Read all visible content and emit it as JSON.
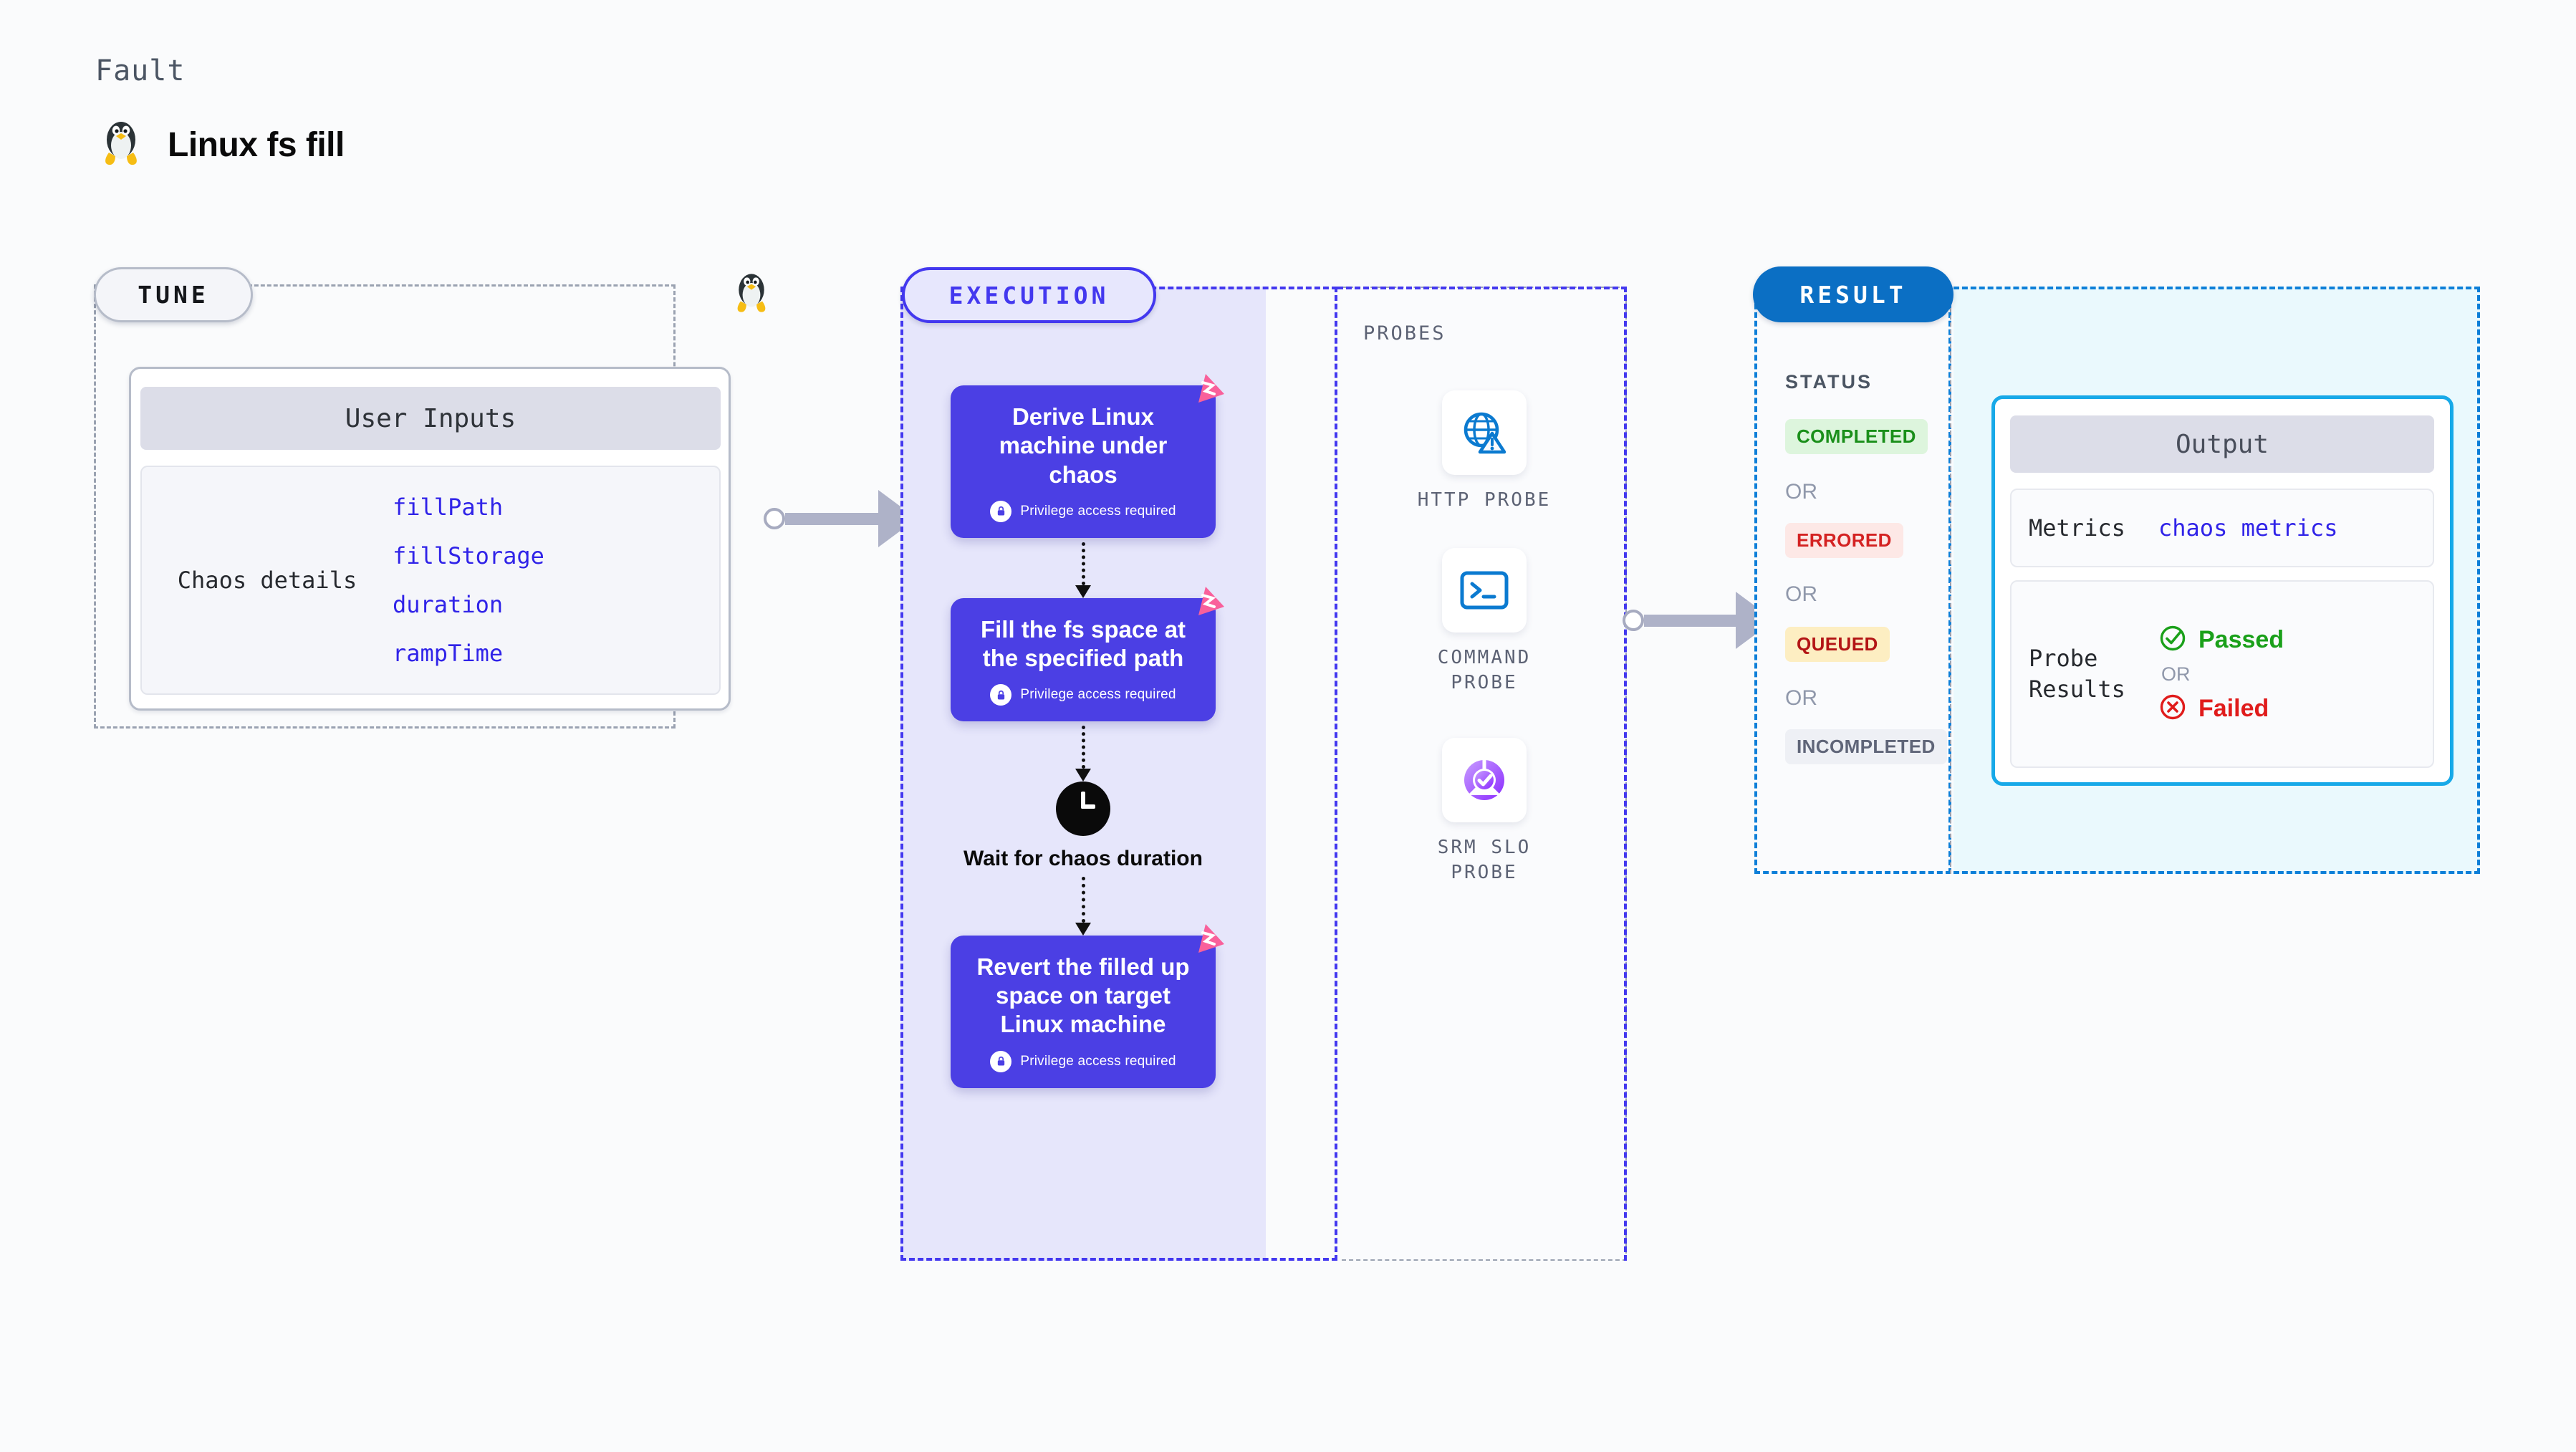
{
  "header": {
    "kicker": "Fault",
    "title": "Linux fs fill",
    "icon": "linux-tux-icon"
  },
  "tune": {
    "pill_label": "TUNE",
    "card_title": "User Inputs",
    "details_label": "Chaos details",
    "params": [
      "fillPath",
      "fillStorage",
      "duration",
      "rampTime"
    ],
    "edge_icon": "linux-tux-icon"
  },
  "execution": {
    "pill_label": "EXECUTION",
    "privilege_note": "Privilege access required",
    "nodes": [
      {
        "title": "Derive Linux machine under chaos",
        "badge": "chaos-badge-icon",
        "lock": "lock-icon"
      },
      {
        "title": "Fill the fs space at the specified path",
        "badge": "chaos-badge-icon",
        "lock": "lock-icon"
      },
      {
        "title": "Revert the filled up space on target Linux machine",
        "badge": "chaos-badge-icon",
        "lock": "lock-icon"
      }
    ],
    "wait_step": {
      "icon": "clock-icon",
      "label": "Wait for chaos duration"
    }
  },
  "probes": {
    "title": "PROBES",
    "items": [
      {
        "label": "HTTP PROBE",
        "icon": "globe-warning-icon"
      },
      {
        "label": "COMMAND PROBE",
        "icon": "terminal-icon"
      },
      {
        "label": "SRM SLO PROBE",
        "icon": "slo-donut-check-icon"
      }
    ]
  },
  "result": {
    "pill_label": "RESULT",
    "status_heading": "STATUS",
    "or_label": "OR",
    "statuses": [
      {
        "label": "COMPLETED",
        "bg": "#ddf5dd",
        "color": "#1a8f1a"
      },
      {
        "label": "ERRORED",
        "bg": "#fde8e6",
        "color": "#d42222"
      },
      {
        "label": "QUEUED",
        "bg": "#fdeec2",
        "color": "#b31515"
      },
      {
        "label": "INCOMPLETED",
        "bg": "#eef0f5",
        "color": "#5f6578"
      }
    ],
    "output": {
      "title": "Output",
      "metrics_key": "Metrics",
      "metrics_value": "chaos metrics",
      "probe_results_key": "Probe Results",
      "passed_label": "Passed",
      "failed_label": "Failed",
      "or_label": "OR",
      "passed_icon": "check-circle-icon",
      "failed_icon": "x-circle-icon"
    }
  },
  "colors": {
    "indigo": "#4338ef",
    "node_fill": "#4b3fe4",
    "exec_bg": "#e6e6fb",
    "result_blue": "#0b6fc4",
    "output_border": "#17a9e8",
    "chaos_pink": "#f9609b",
    "probe_blue": "#0b7ad0",
    "slo_purple": "#9b4dff"
  }
}
